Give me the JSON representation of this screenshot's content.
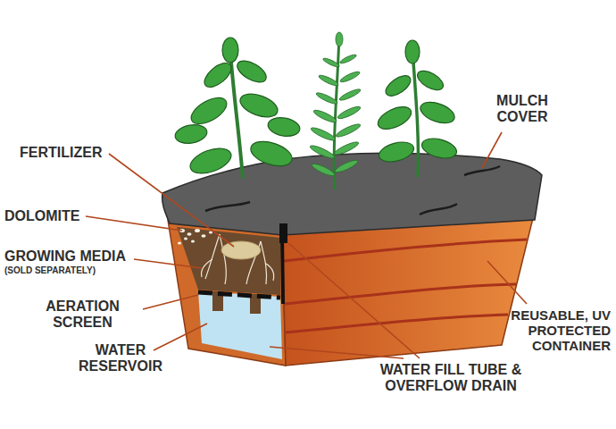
{
  "diagram": {
    "labels": [
      "FERTILIZER",
      "DOLOMITE",
      "GROWING MEDIA",
      "(SOLD SEPARATELY)",
      "AERATION SCREEN",
      "WATER RESERVOIR",
      "MULCH COVER",
      "REUSABLE, UV PROTECTED CONTAINER",
      "WATER FILL TUBE & OVERFLOW DRAIN"
    ]
  }
}
